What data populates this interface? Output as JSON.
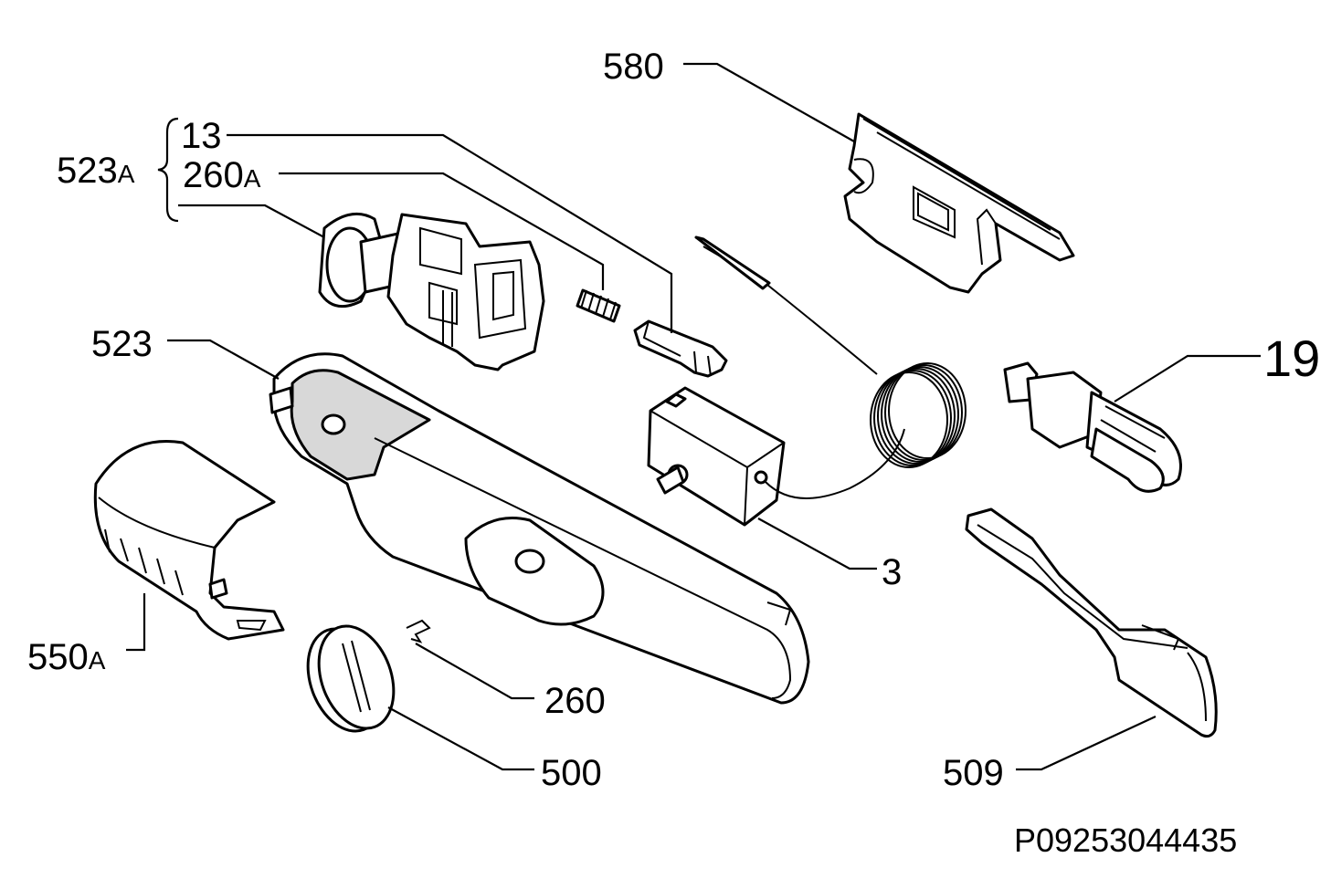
{
  "labels": {
    "l580": "580",
    "l13": "13",
    "l260a_num": "260",
    "l260a_suffix": "A",
    "l523a_num": "523",
    "l523a_suffix": "A",
    "l523": "523",
    "l19": "19",
    "l3": "3",
    "l550a_num": "550",
    "l550a_suffix": "A",
    "l260": "260",
    "l500": "500",
    "l509": "509"
  },
  "drawing_code": "P09253044435"
}
